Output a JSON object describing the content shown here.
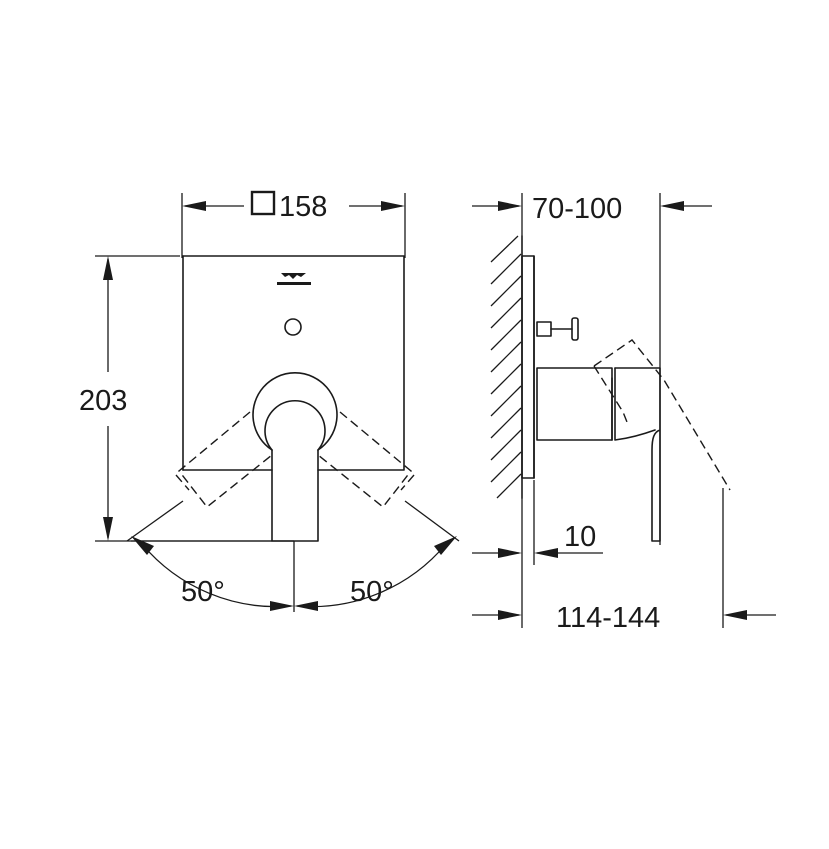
{
  "dimensions": {
    "width_square": "158",
    "height": "203",
    "angle_left": "50°",
    "angle_right": "50°",
    "wall_range": "70-100",
    "plate_offset": "10",
    "total_depth": "114-144"
  },
  "icons": {
    "square_symbol": "square-symbol-icon",
    "brand_logo": "brand-logo-icon"
  },
  "colors": {
    "line": "#1a1a1a",
    "background": "#ffffff"
  }
}
